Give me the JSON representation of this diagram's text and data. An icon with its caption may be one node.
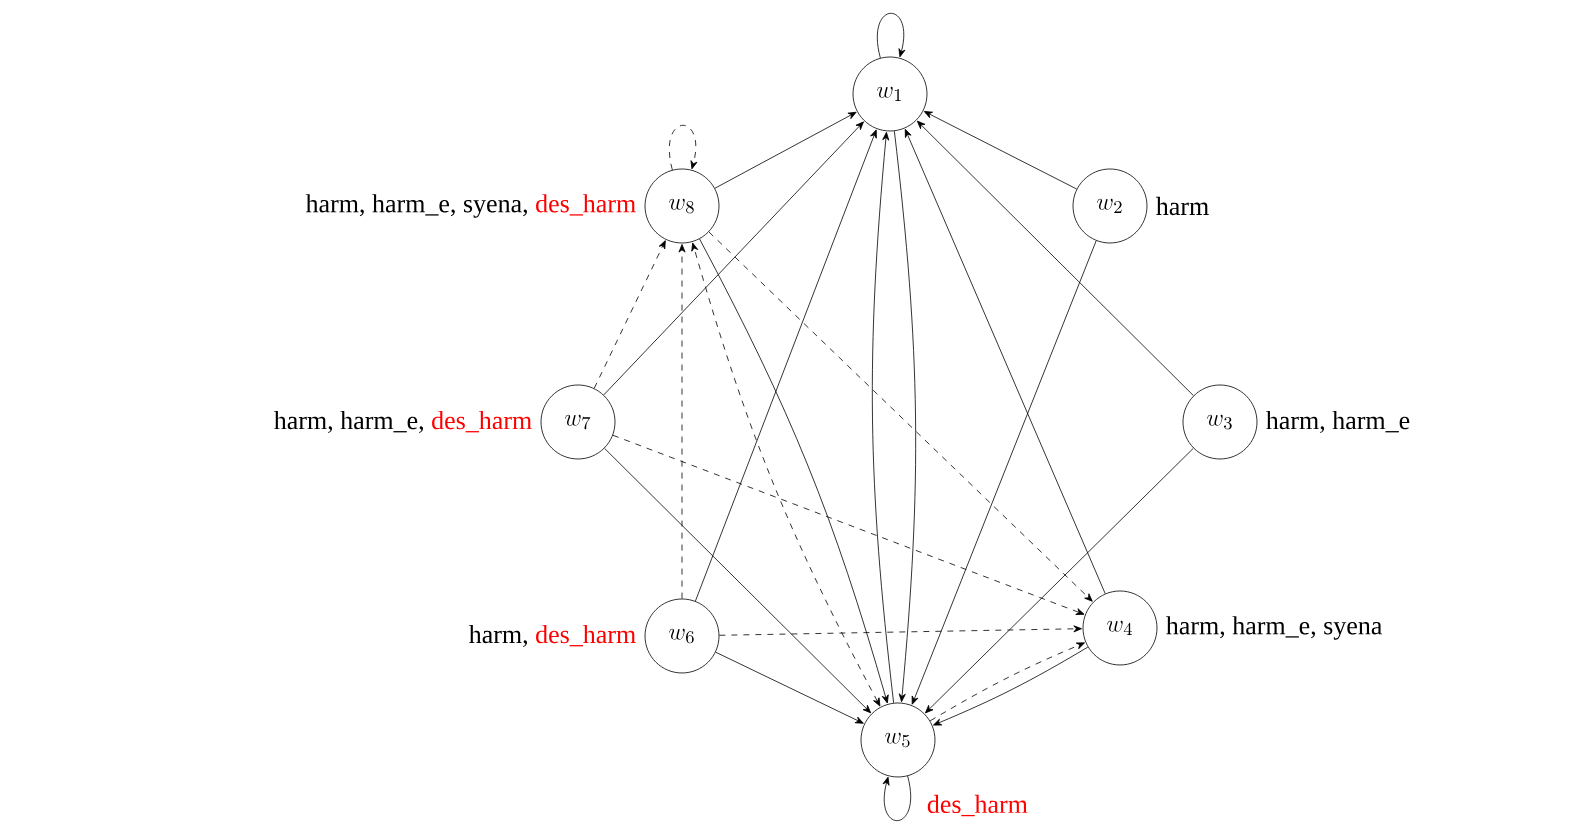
{
  "diagram": {
    "nodes": [
      {
        "text": [
          "w_1"
        ]
      },
      {
        "text": [
          "w_2"
        ],
        "beside": [
          "harm"
        ]
      },
      {
        "text": [
          "w_3"
        ],
        "beside": [
          "harm, harm_e"
        ]
      },
      {
        "text": [
          "w_4"
        ],
        "beside": [
          "harm, harm_e, syena"
        ]
      },
      {
        "text": [
          "w_5"
        ],
        "beside": [
          "des_harm"
        ]
      },
      {
        "text": [
          "w_6"
        ],
        "beside": [
          "harm,",
          "des_harm"
        ]
      },
      {
        "text": [
          "w_7"
        ],
        "beside": [
          "harm, harm_e,",
          "des_harm"
        ]
      },
      {
        "text": [
          "w_8"
        ],
        "beside": [
          "harm, harm_e, syena,",
          "des_harm"
        ]
      }
    ],
    "edges": [
      {
        "from": 0,
        "to": 0,
        "arrow": "to"
      },
      {
        "from": 7,
        "to": 0,
        "arrow": "to"
      },
      {
        "from": 6,
        "to": 0,
        "arrow": "to"
      },
      {
        "from": 5,
        "to": 0,
        "arrow": "to"
      },
      {
        "from": 4,
        "to": 0,
        "arrow": "to"
      },
      {
        "from": 0,
        "to": 4,
        "arrow": "to"
      },
      {
        "from": 3,
        "to": 0,
        "arrow": "to"
      },
      {
        "from": 2,
        "to": 0,
        "arrow": "to"
      },
      {
        "from": 1,
        "to": 0,
        "arrow": "to"
      },
      {
        "from": 7,
        "to": 4,
        "arrow": "to"
      },
      {
        "from": 1,
        "to": 4,
        "arrow": "to"
      },
      {
        "from": 2,
        "to": 4,
        "arrow": "to"
      },
      {
        "from": 3,
        "to": 4,
        "arrow": "to"
      },
      {
        "from": 4,
        "to": 3,
        "arrow": "to",
        "style": "dashed"
      },
      {
        "from": 5,
        "to": 4,
        "arrow": "to"
      },
      {
        "from": 6,
        "to": 4,
        "arrow": "to"
      },
      {
        "from": 6,
        "to": 7,
        "arrow": "to",
        "style": "dashed"
      },
      {
        "from": 5,
        "to": 7,
        "arrow": "to",
        "style": "dashed"
      },
      {
        "from": 4,
        "to": 7,
        "arrow": "both",
        "style": "dashed"
      },
      {
        "from": 7,
        "to": 3,
        "arrow": "to",
        "style": "dashed"
      },
      {
        "from": 6,
        "to": 3,
        "arrow": "to",
        "style": "dashed"
      },
      {
        "from": 5,
        "to": 3,
        "arrow": "to",
        "style": "dashed"
      },
      {
        "from": 7,
        "to": 7,
        "arrow": "to",
        "style": "dashed"
      },
      {
        "from": 4,
        "to": 4,
        "arrow": "to"
      }
    ]
  }
}
